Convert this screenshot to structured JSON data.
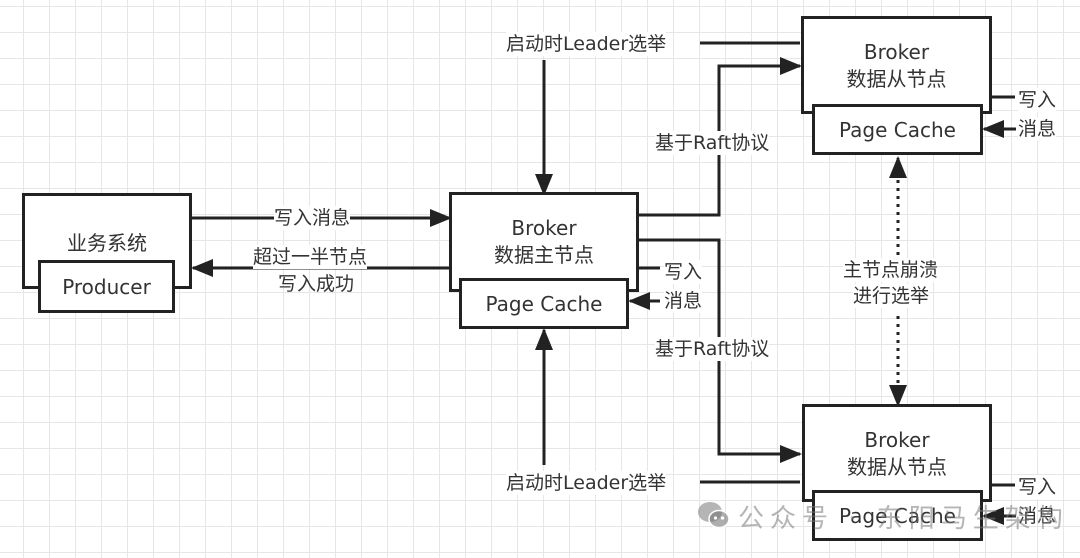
{
  "diagram": {
    "business_system": {
      "title": "业务系统",
      "inner": "Producer"
    },
    "master_broker": {
      "title_line1": "Broker",
      "title_line2": "数据主节点",
      "inner": "Page Cache"
    },
    "slave_broker_top": {
      "title_line1": "Broker",
      "title_line2": "数据从节点",
      "inner": "Page Cache"
    },
    "slave_broker_bottom": {
      "title_line1": "Broker",
      "title_line2": "数据从节点",
      "inner": "Page Cache"
    },
    "edges": {
      "write_message": "写入消息",
      "ack_line1": "超过一半节点",
      "ack_line2": "写入成功",
      "leader_election_top": "启动时Leader选举",
      "leader_election_bottom": "启动时Leader选举",
      "raft_top": "基于Raft协议",
      "raft_bottom": "基于Raft协议",
      "crash_line1": "主节点崩溃",
      "crash_line2": "进行选举",
      "master_write_line1": "写入",
      "master_write_line2": "消息",
      "slave_top_write_line1": "写入",
      "slave_top_write_line2": "消息",
      "slave_bottom_write_line1": "写入",
      "slave_bottom_write_line2": "消息"
    },
    "watermark": "公众号 · 东阳马生架构"
  }
}
